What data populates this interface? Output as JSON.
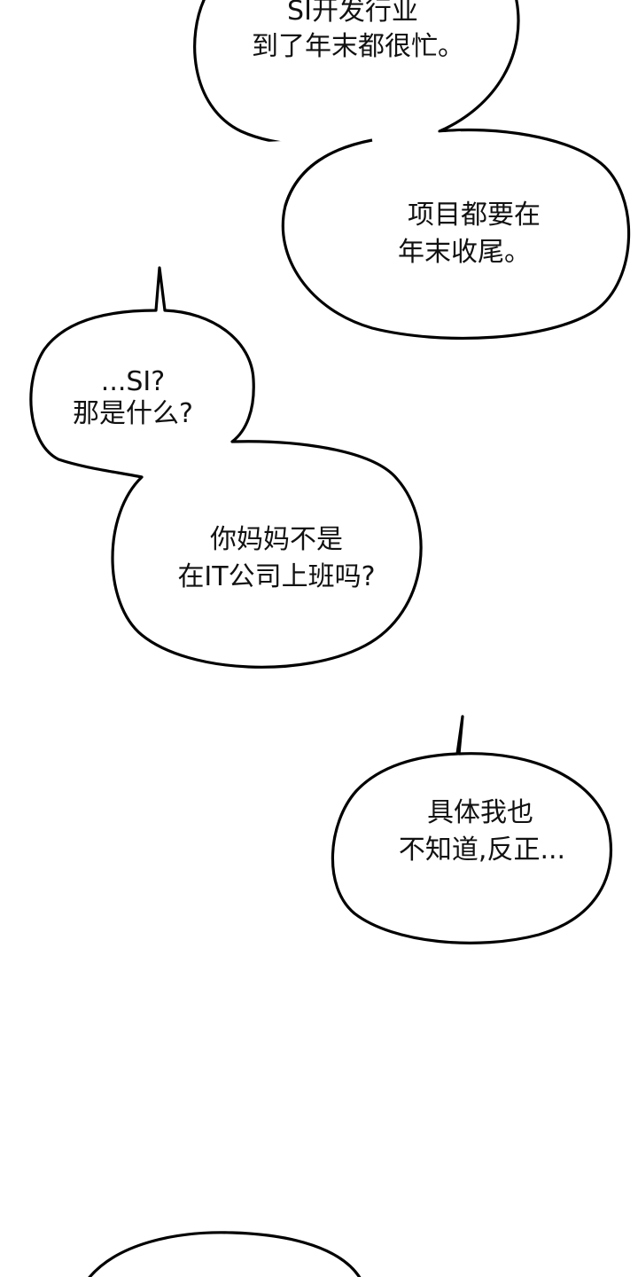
{
  "page": {
    "background": "#ffffff",
    "ink_color": "#000000"
  },
  "bubbles": [
    {
      "id": "bubble-1",
      "lines": [
        "SI开发行业",
        "到了年末都很忙。"
      ]
    },
    {
      "id": "bubble-2",
      "lines": [
        "项目都要在",
        "年末收尾。"
      ]
    },
    {
      "id": "bubble-3",
      "lines": [
        "...SI?",
        "那是什么?"
      ]
    },
    {
      "id": "bubble-4",
      "lines": [
        "你妈妈不是",
        "在IT公司上班吗?"
      ]
    },
    {
      "id": "bubble-5",
      "lines": [
        "具体我也",
        "不知道,反正..."
      ]
    },
    {
      "id": "bubble-6",
      "lines": []
    }
  ]
}
